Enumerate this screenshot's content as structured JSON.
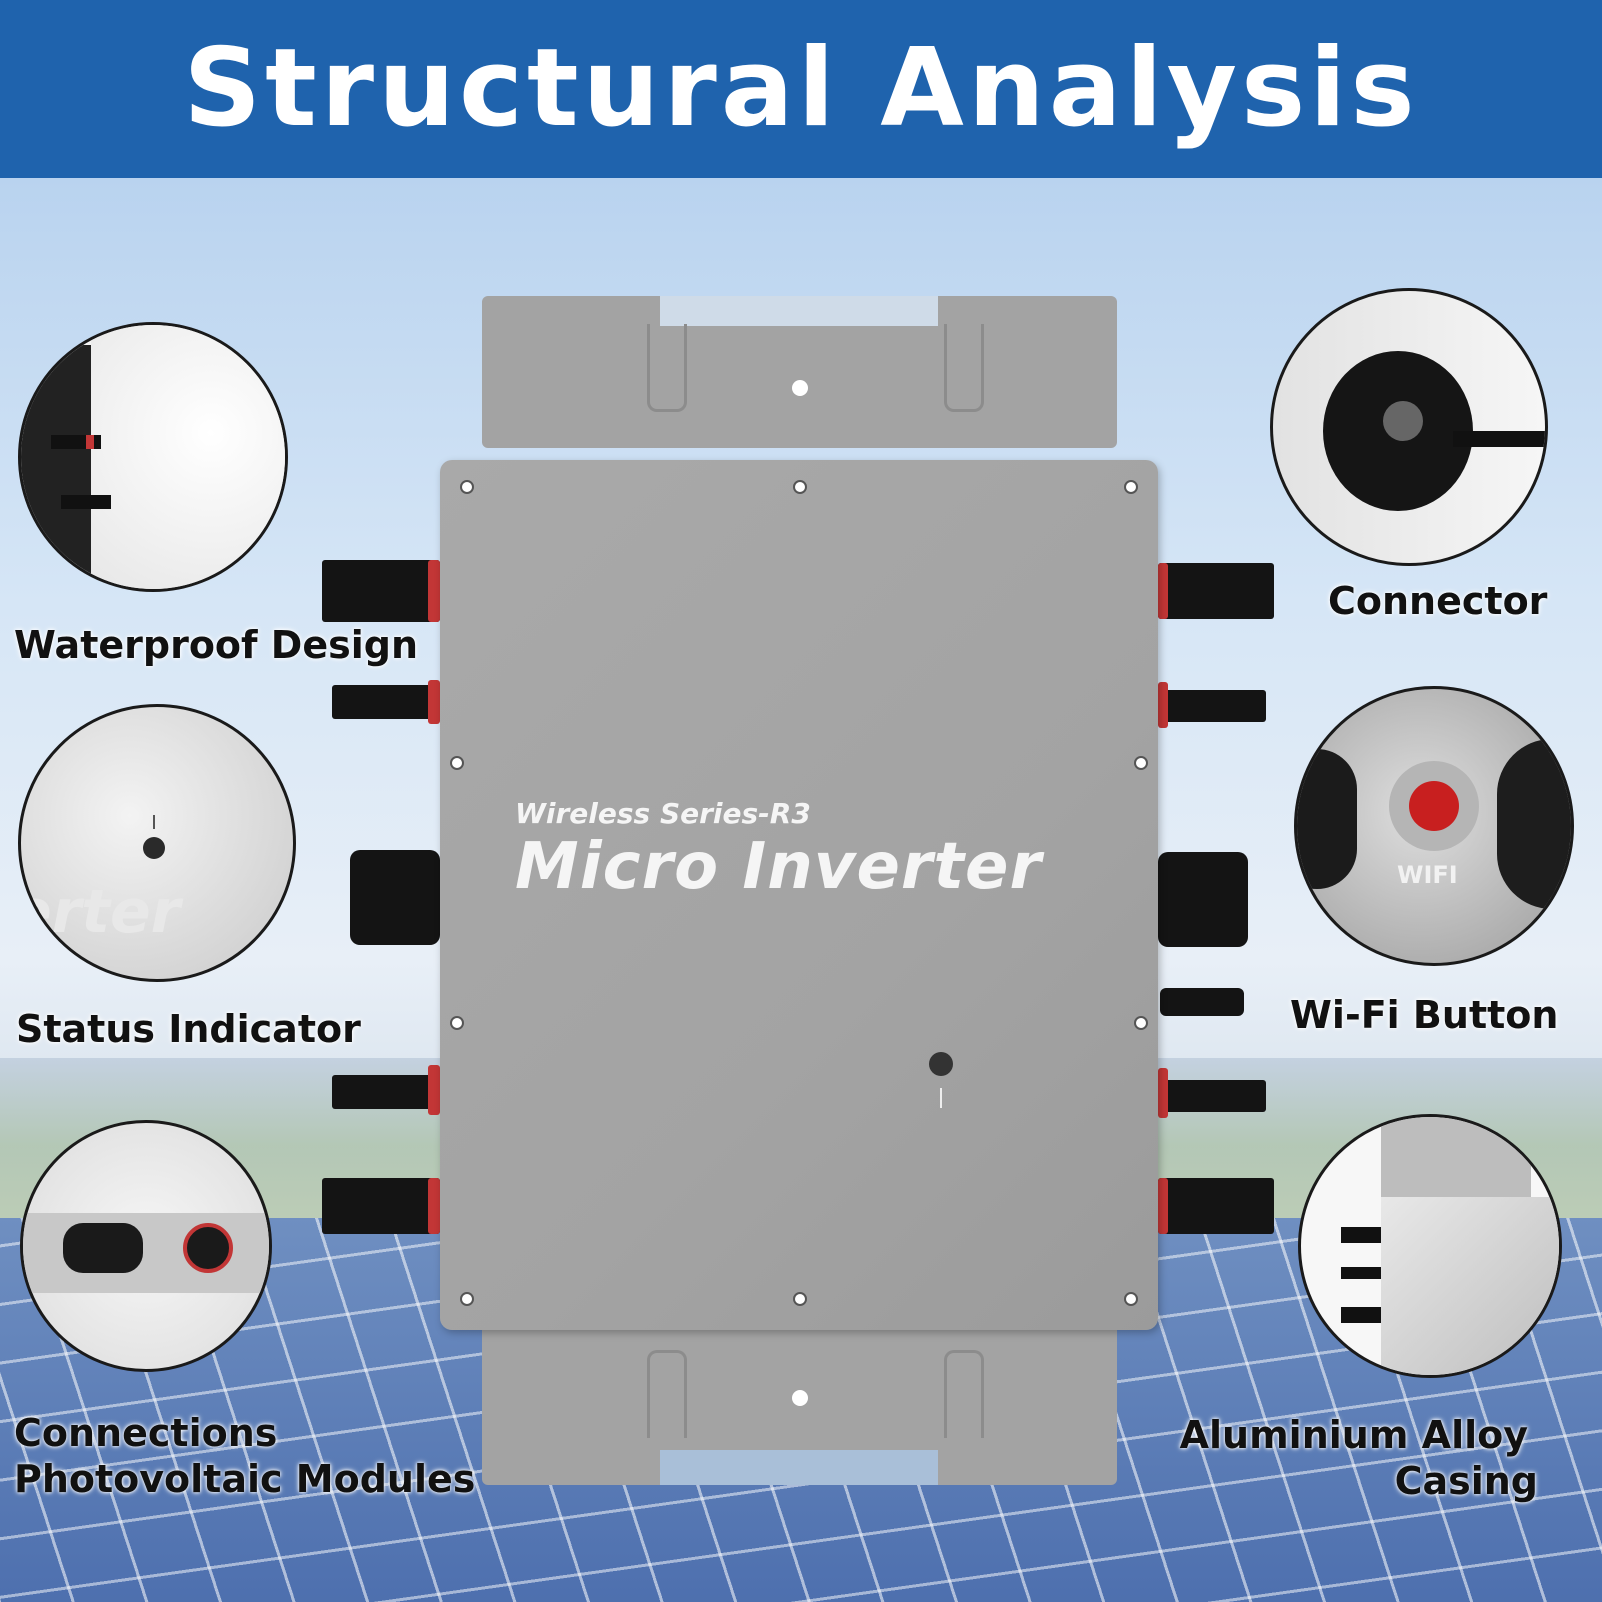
{
  "banner": {
    "title": "Structural Analysis"
  },
  "product": {
    "series": "Wireless Series-R3",
    "model": "Micro Inverter"
  },
  "features": {
    "waterproof": "Waterproof Design",
    "status": "Status Indicator",
    "connections_line1": "Connections",
    "connections_line2": "Photovoltaic Modules",
    "connector": "Connector",
    "wifi_button": "Wi-Fi Button",
    "casing_line1": "Aluminium Alloy",
    "casing_line2": "Casing"
  },
  "colors": {
    "banner": "#1f63ad",
    "casing": "#a5a5a5",
    "seal": "#c23636"
  }
}
